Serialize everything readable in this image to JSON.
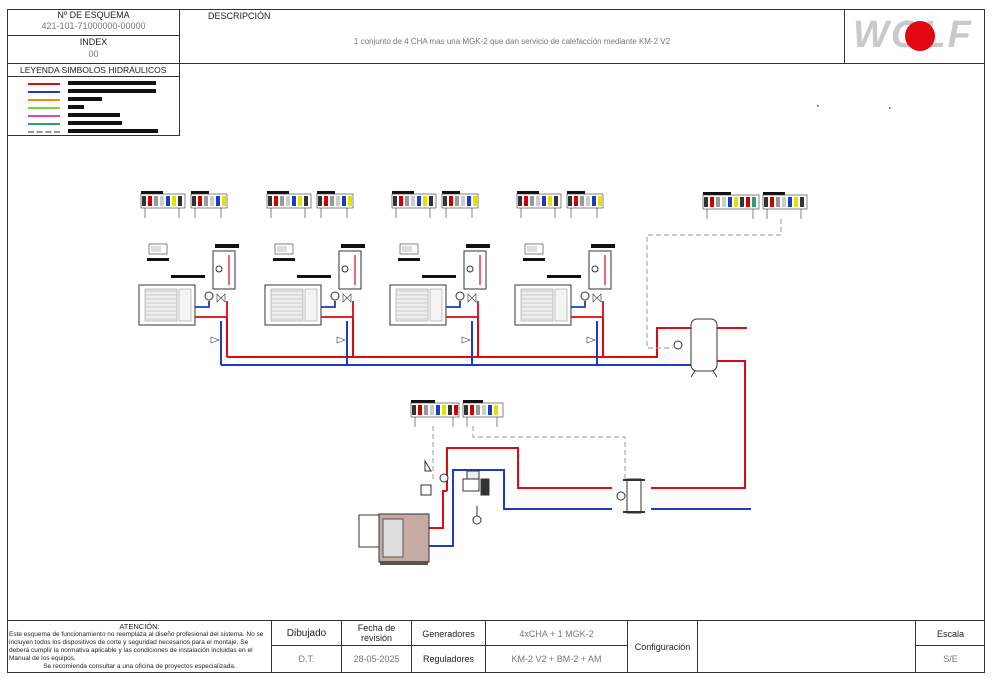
{
  "header": {
    "scheme_number_label": "Nº DE ESQUEMA",
    "scheme_number_value": "421-101-71000000-00000",
    "index_label": "INDEX",
    "index_value": "00",
    "description_label": "DESCRIPCIÓN",
    "description_value": "1 conjunto de 4 CHA mas una MGK-2 que dan servicio de calefacción mediante KM-2 V2"
  },
  "logo": {
    "text": "WOLF",
    "accent_color": "#e30613"
  },
  "legend": {
    "title": "LEYENDA SIMBOLOS HIDRÁULICOS",
    "colors": [
      "#e30613",
      "#1a3cc8",
      "#f08c00",
      "#7fd13b",
      "#e040c8",
      "#2e9e6e",
      "#999999"
    ]
  },
  "footer": {
    "attention_title": "ATENCIÓN:",
    "attention_text": "Este esquema de funcionamiento no reemplaza al diseño profesional del sistema. No se incluyen todos los dispositivos de corte y seguridad necesarios para el montaje. Se deberá cumplir la normativa aplicable y las condiciones de instalación incluidas en el Manual de los equipos.",
    "attention_note": "Se recomienda consultar a una oficina de proyectos especializada.",
    "drawn_label": "Dibujado",
    "drawn_value": "D.T.",
    "revision_label": "Fecha de revisión",
    "revision_value": "28-05-2025",
    "generators_label": "Generadores",
    "generators_value": "4xCHA + 1 MGK-2",
    "regulators_label": "Reguladores",
    "regulators_value": "KM-2 V2 + BM-2 + AM",
    "configuration_label": "Configuración",
    "scale_label": "Escala",
    "scale_value": "S/E"
  },
  "colors": {
    "flow": "#e30613",
    "return": "#1a3cc8",
    "signal": "#9a9a9a",
    "boiler": "#c8aaa4"
  }
}
